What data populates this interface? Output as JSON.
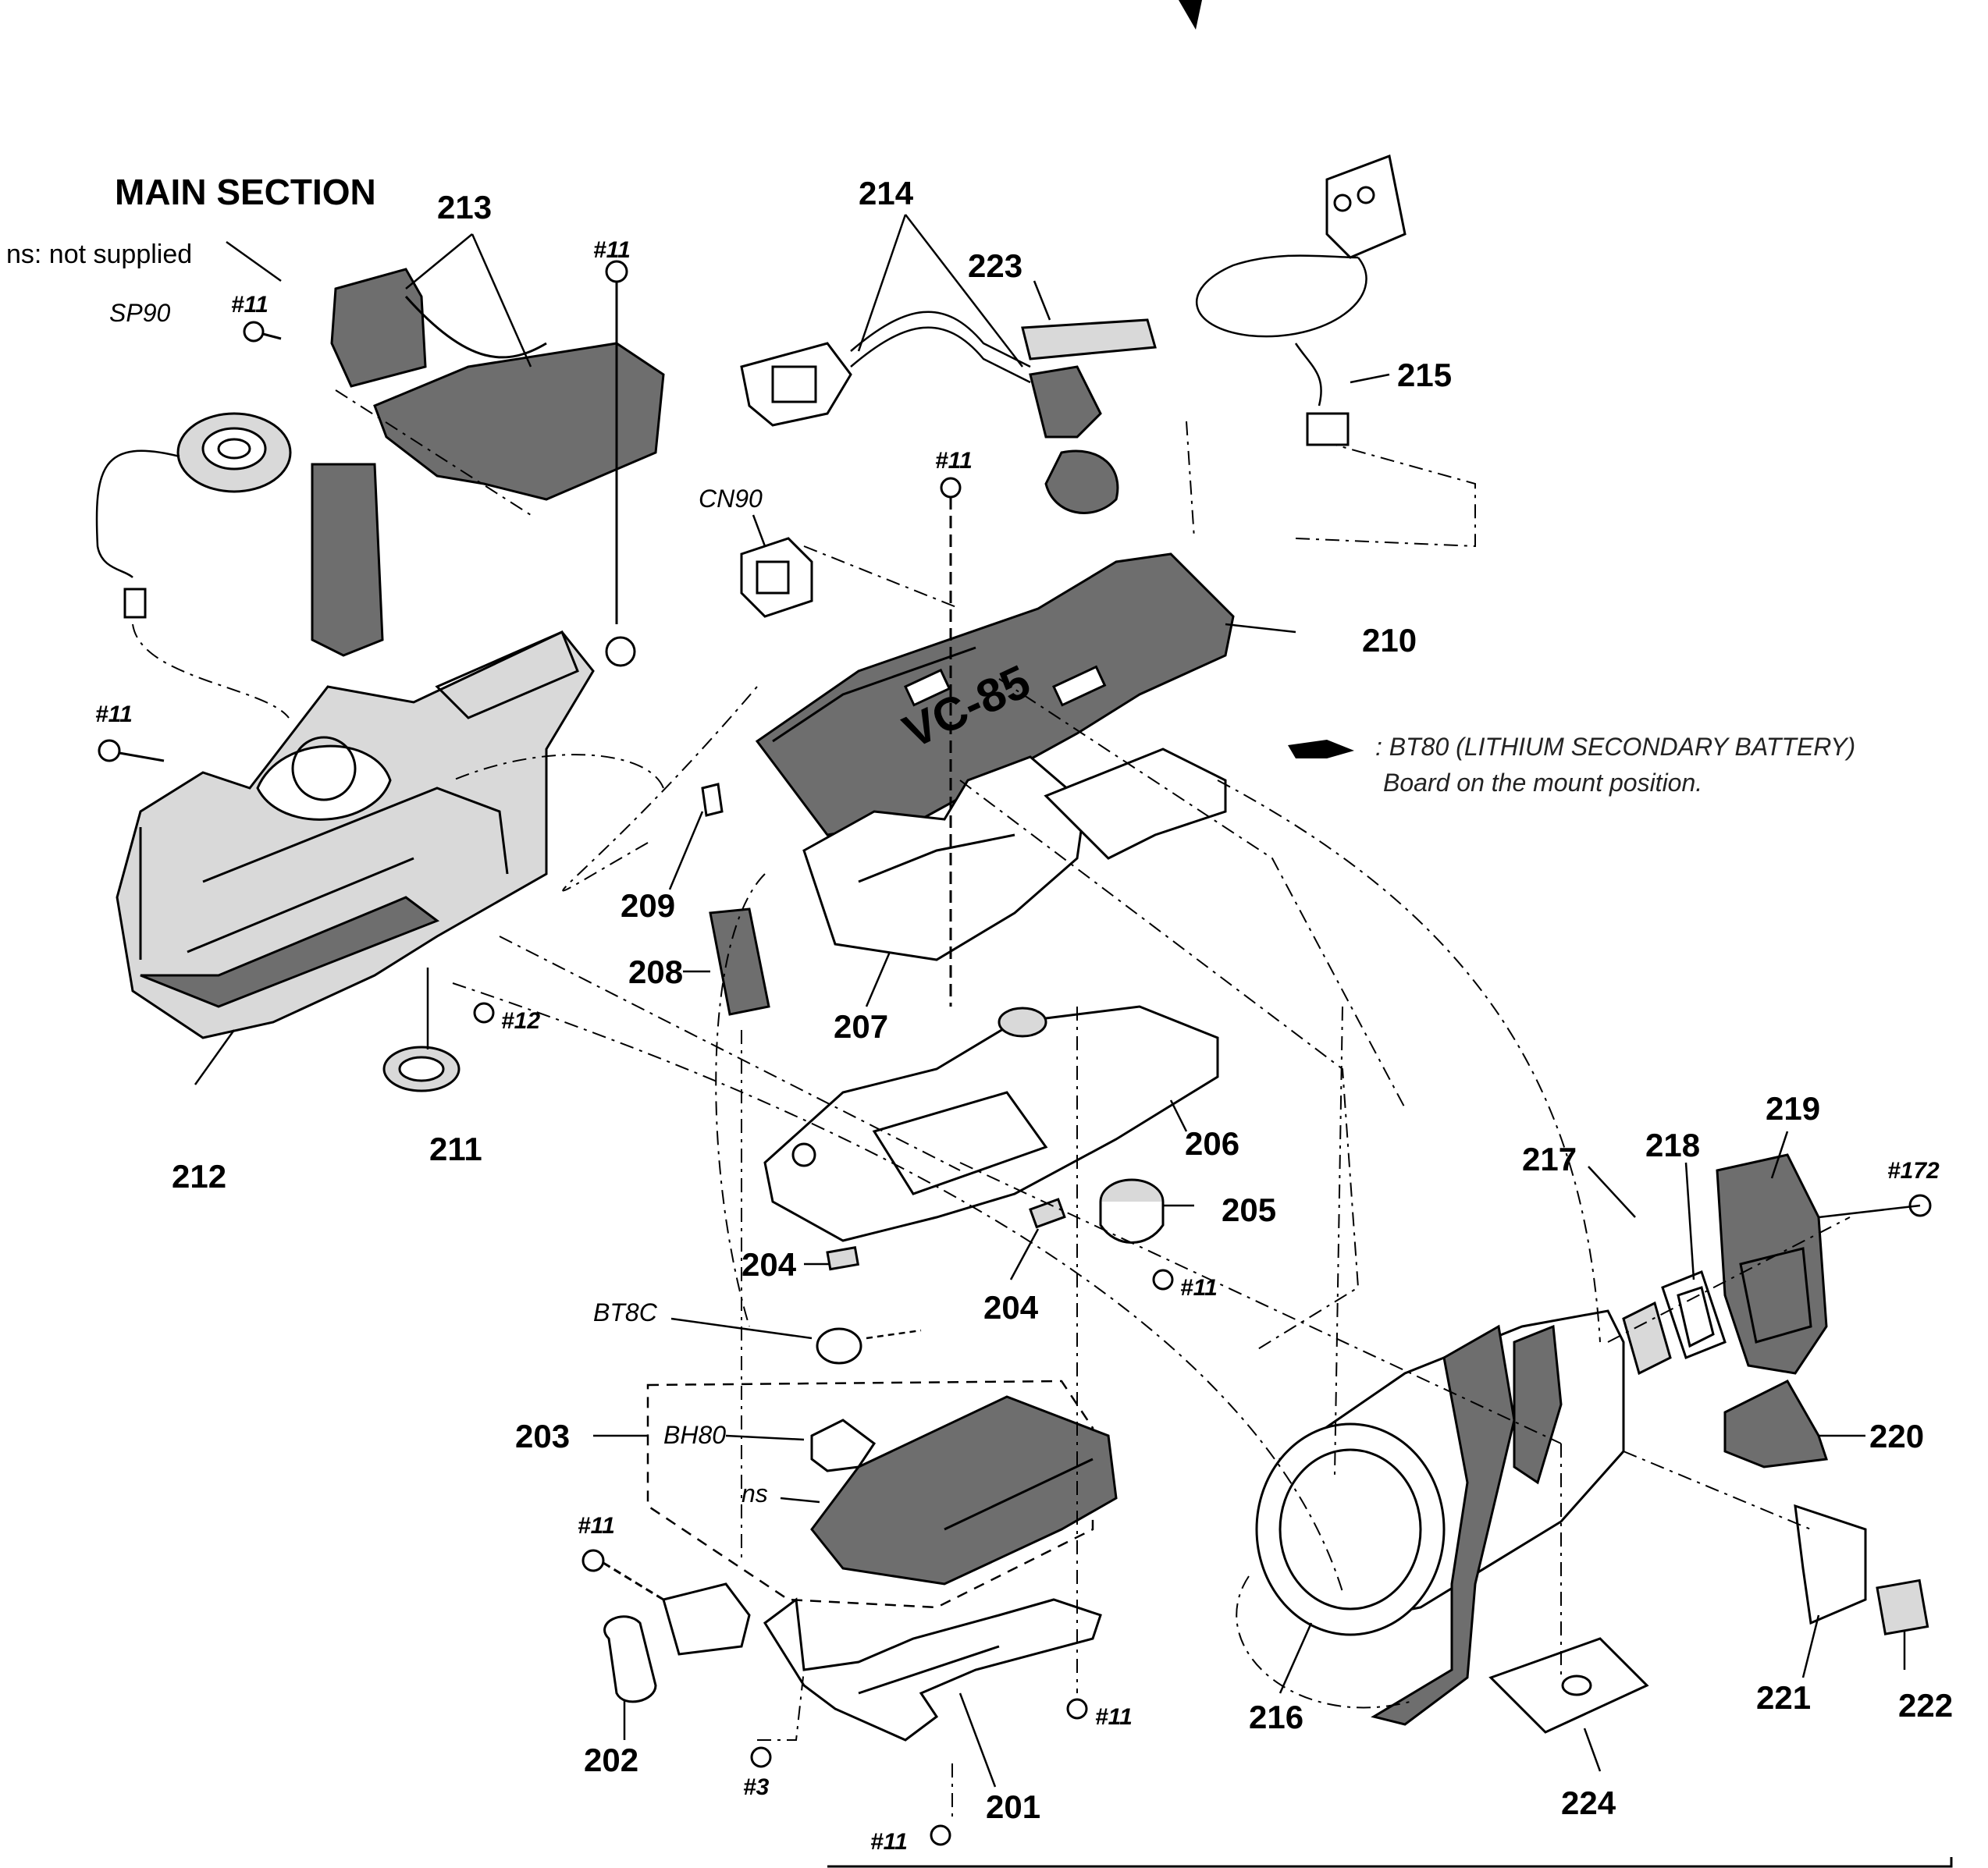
{
  "header": {
    "title": "MAIN SECTION",
    "legend": "ns: not supplied"
  },
  "part_labels": {
    "p201": "201",
    "p202": "202",
    "p203": "203",
    "p204a": "204",
    "p204b": "204",
    "p205": "205",
    "p206": "206",
    "p207": "207",
    "p208": "208",
    "p209": "209",
    "p210": "210",
    "p211": "211",
    "p212": "212",
    "p213": "213",
    "p214": "214",
    "p215": "215",
    "p216": "216",
    "p217": "217",
    "p218": "218",
    "p219": "219",
    "p220": "220",
    "p221": "221",
    "p222": "222",
    "p223": "223",
    "p224": "224"
  },
  "screw_labels": {
    "s11_a": "#11",
    "s11_b": "#11",
    "s11_c": "#11",
    "s11_d": "#11",
    "s11_e": "#11",
    "s11_f": "#11",
    "s11_g": "#11",
    "s11_h": "#11",
    "s12": "#12",
    "s3": "#3",
    "s172": "#172"
  },
  "ref_labels": {
    "sp90": "SP90",
    "cn90": "CN90",
    "bt80": "BT8C",
    "bh80": "BH80",
    "ns": "ns",
    "board": "VC-85"
  },
  "battery_note": {
    "line1": ": BT80     (LITHIUM SECONDARY BATTERY)",
    "line2": "Board on the mount position."
  }
}
